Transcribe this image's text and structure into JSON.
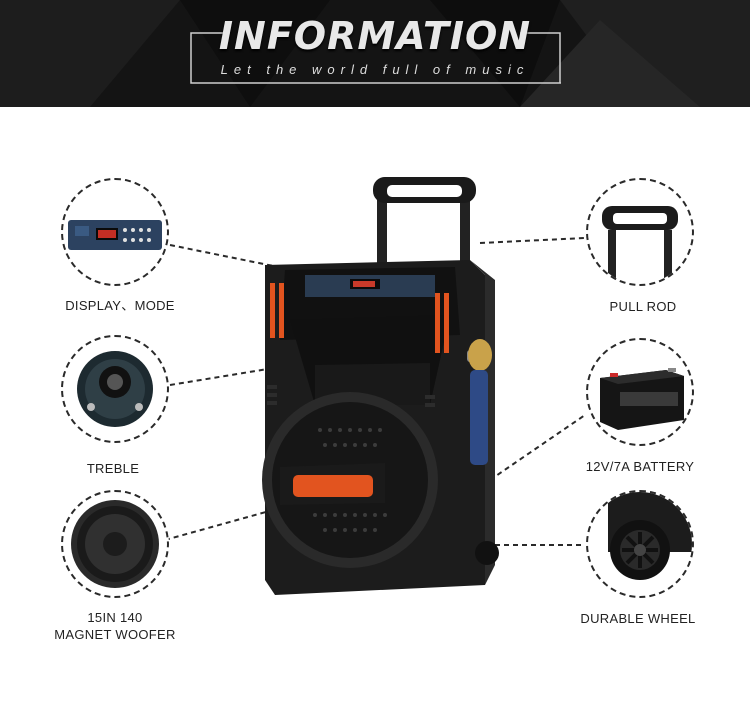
{
  "banner": {
    "title": "INFORMATION",
    "subtitle": "Let the world full of music"
  },
  "features": {
    "display_mode": "DISPLAY、MODE",
    "treble": "TREBLE",
    "woofer_line1": "15IN 140",
    "woofer_line2": "MAGNET WOOFER",
    "pull_rod": "PULL ROD",
    "battery": "12V/7A BATTERY",
    "wheel": "DURABLE WHEEL"
  },
  "colors": {
    "banner_bg": "#141414",
    "accent_orange": "#e2541f",
    "speaker_body": "#1c1c1c",
    "text": "#222222"
  }
}
